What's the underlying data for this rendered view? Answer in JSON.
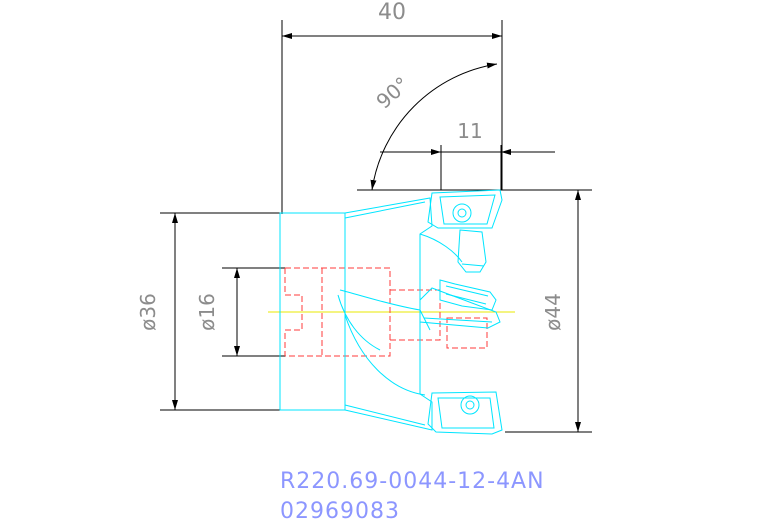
{
  "dimensions": {
    "overall_length": "40",
    "angle": "90°",
    "insert_width": "11",
    "shank_diameter": "ø36",
    "bore_diameter": "ø16",
    "cutting_diameter": "ø44"
  },
  "part": {
    "designation": "R220.69-0044-12-4AN",
    "number": "02969083"
  },
  "colors": {
    "dimension_lines": "#000000",
    "dimension_text": "#8c8c8c",
    "outline": "#00e5ff",
    "hidden_lines": "#ff3b3b",
    "centerline": "#e8e800",
    "part_text": "#8c96ff"
  }
}
